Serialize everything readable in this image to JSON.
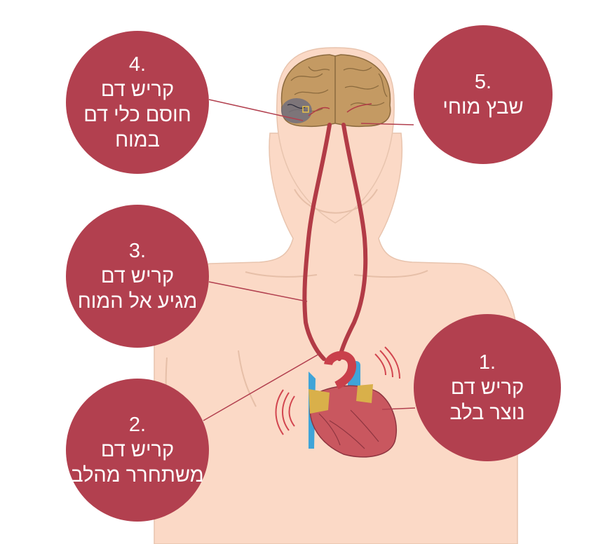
{
  "steps": [
    {
      "number": "1.",
      "line1": "קריש דם",
      "line2": "נוצר בלב"
    },
    {
      "number": "2.",
      "line1": "קריש דם",
      "line2": "משתחרר מהלב"
    },
    {
      "number": "3.",
      "line1": "קריש דם",
      "line2": "מגיע אל המוח"
    },
    {
      "number": "4.",
      "line1": "קריש דם",
      "line2": "חוסם כלי דם",
      "line3": "במוח"
    },
    {
      "number": "5.",
      "line1": "שבץ מוחי"
    }
  ],
  "colors": {
    "bubble": "#b2404f",
    "skin": "#fbd9c6",
    "skin_outline": "#e2bca6",
    "artery": "#b23b46",
    "vein": "#3fa4d8",
    "brain": "#c49a63",
    "heart": "#c9575f"
  }
}
